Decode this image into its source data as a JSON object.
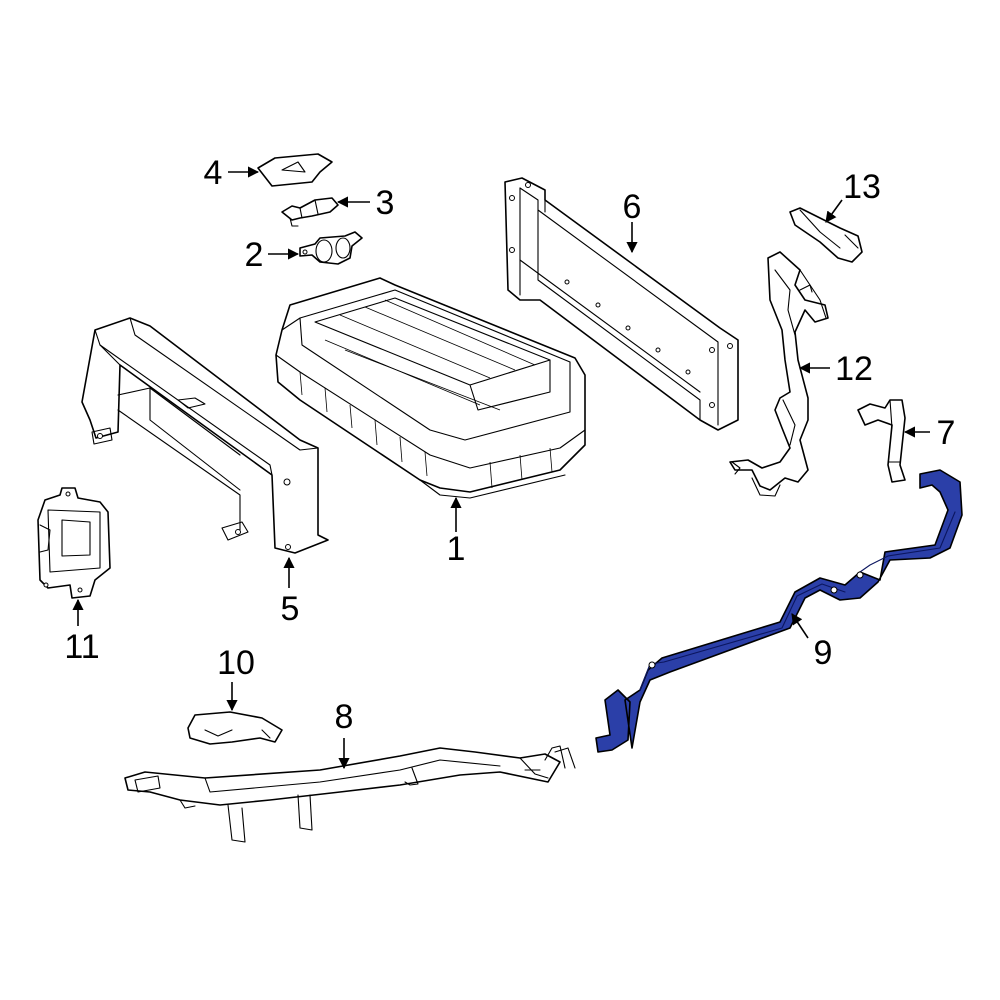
{
  "diagram": {
    "highlight_color": "#2b3fa8",
    "callouts": [
      {
        "id": "1",
        "label": "1"
      },
      {
        "id": "2",
        "label": "2"
      },
      {
        "id": "3",
        "label": "3"
      },
      {
        "id": "4",
        "label": "4"
      },
      {
        "id": "5",
        "label": "5"
      },
      {
        "id": "6",
        "label": "6"
      },
      {
        "id": "7",
        "label": "7"
      },
      {
        "id": "8",
        "label": "8"
      },
      {
        "id": "9",
        "label": "9"
      },
      {
        "id": "10",
        "label": "10"
      },
      {
        "id": "11",
        "label": "11"
      },
      {
        "id": "12",
        "label": "12"
      },
      {
        "id": "13",
        "label": "13"
      }
    ],
    "highlighted_part": "9"
  }
}
